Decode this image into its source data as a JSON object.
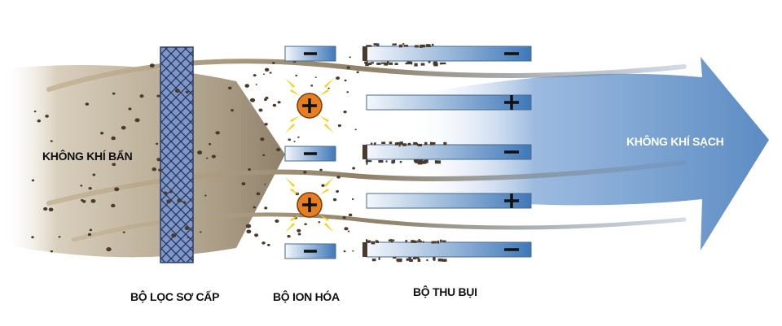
{
  "labels": {
    "dirty_air": "KHÔNG KHÍ BẨN",
    "clean_air": "KHÔNG KHÍ SẠCH",
    "pre_filter": "BỘ LỌC SƠ CẤP",
    "ionizer": "BỘ ION HÓA",
    "collector": "BỘ THU BỤI"
  },
  "ionizer_plates": [
    "−",
    "−",
    "−"
  ],
  "ion_particles": [
    "+",
    "+"
  ],
  "collector_plates": [
    "−",
    "+",
    "−",
    "+",
    "−"
  ],
  "colors": {
    "dirty_air": "#b8aa92",
    "clean_air": "#5f8fc4",
    "filter": "#4a5f94",
    "ion": "#e67e22",
    "spark": "#f2d21a",
    "dust": "#4a3a2c"
  }
}
